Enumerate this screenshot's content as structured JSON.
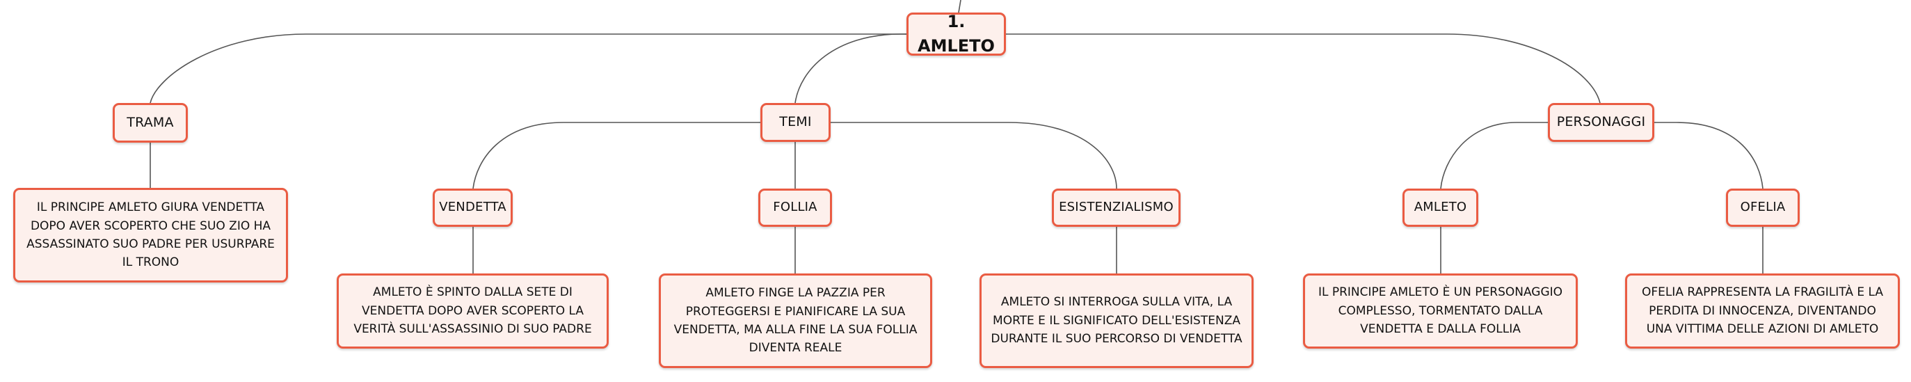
{
  "map": {
    "root": "1. AMLETO",
    "trama": {
      "label": "TRAMA",
      "detail": "IL PRINCIPE AMLETO GIURA VENDETTA DOPO AVER SCOPERTO CHE SUO ZIO HA ASSASSINATO SUO PADRE PER USURPARE IL TRONO"
    },
    "temi": {
      "label": "TEMI",
      "vendetta": {
        "label": "VENDETTA",
        "detail": "AMLETO È SPINTO DALLA SETE DI VENDETTA DOPO AVER SCOPERTO LA VERITÀ SULL'ASSASSINIO DI SUO PADRE"
      },
      "follia": {
        "label": "FOLLIA",
        "detail": "AMLETO FINGE LA PAZZIA PER PROTEGGERSI E PIANIFICARE LA SUA VENDETTA, MA ALLA FINE LA SUA FOLLIA DIVENTA REALE"
      },
      "esistenzialismo": {
        "label": "ESISTENZIALISMO",
        "detail": "AMLETO SI INTERROGA SULLA VITA, LA MORTE E IL SIGNIFICATO DELL'ESISTENZA DURANTE IL SUO PERCORSO DI VENDETTA"
      }
    },
    "personaggi": {
      "label": "PERSONAGGI",
      "amleto": {
        "label": "AMLETO",
        "detail": "IL PRINCIPE AMLETO È UN PERSONAGGIO COMPLESSO, TORMENTATO DALLA VENDETTA E DALLA FOLLIA"
      },
      "ofelia": {
        "label": "OFELIA",
        "detail": "OFELIA RAPPRESENTA LA FRAGILITÀ E LA PERDITA DI INNOCENZA, DIVENTANDO UNA VITTIMA DELLE AZIONI DI AMLETO"
      }
    }
  },
  "colors": {
    "border": "#ea5c43",
    "fill": "#fdf0ec",
    "line": "#555555"
  }
}
